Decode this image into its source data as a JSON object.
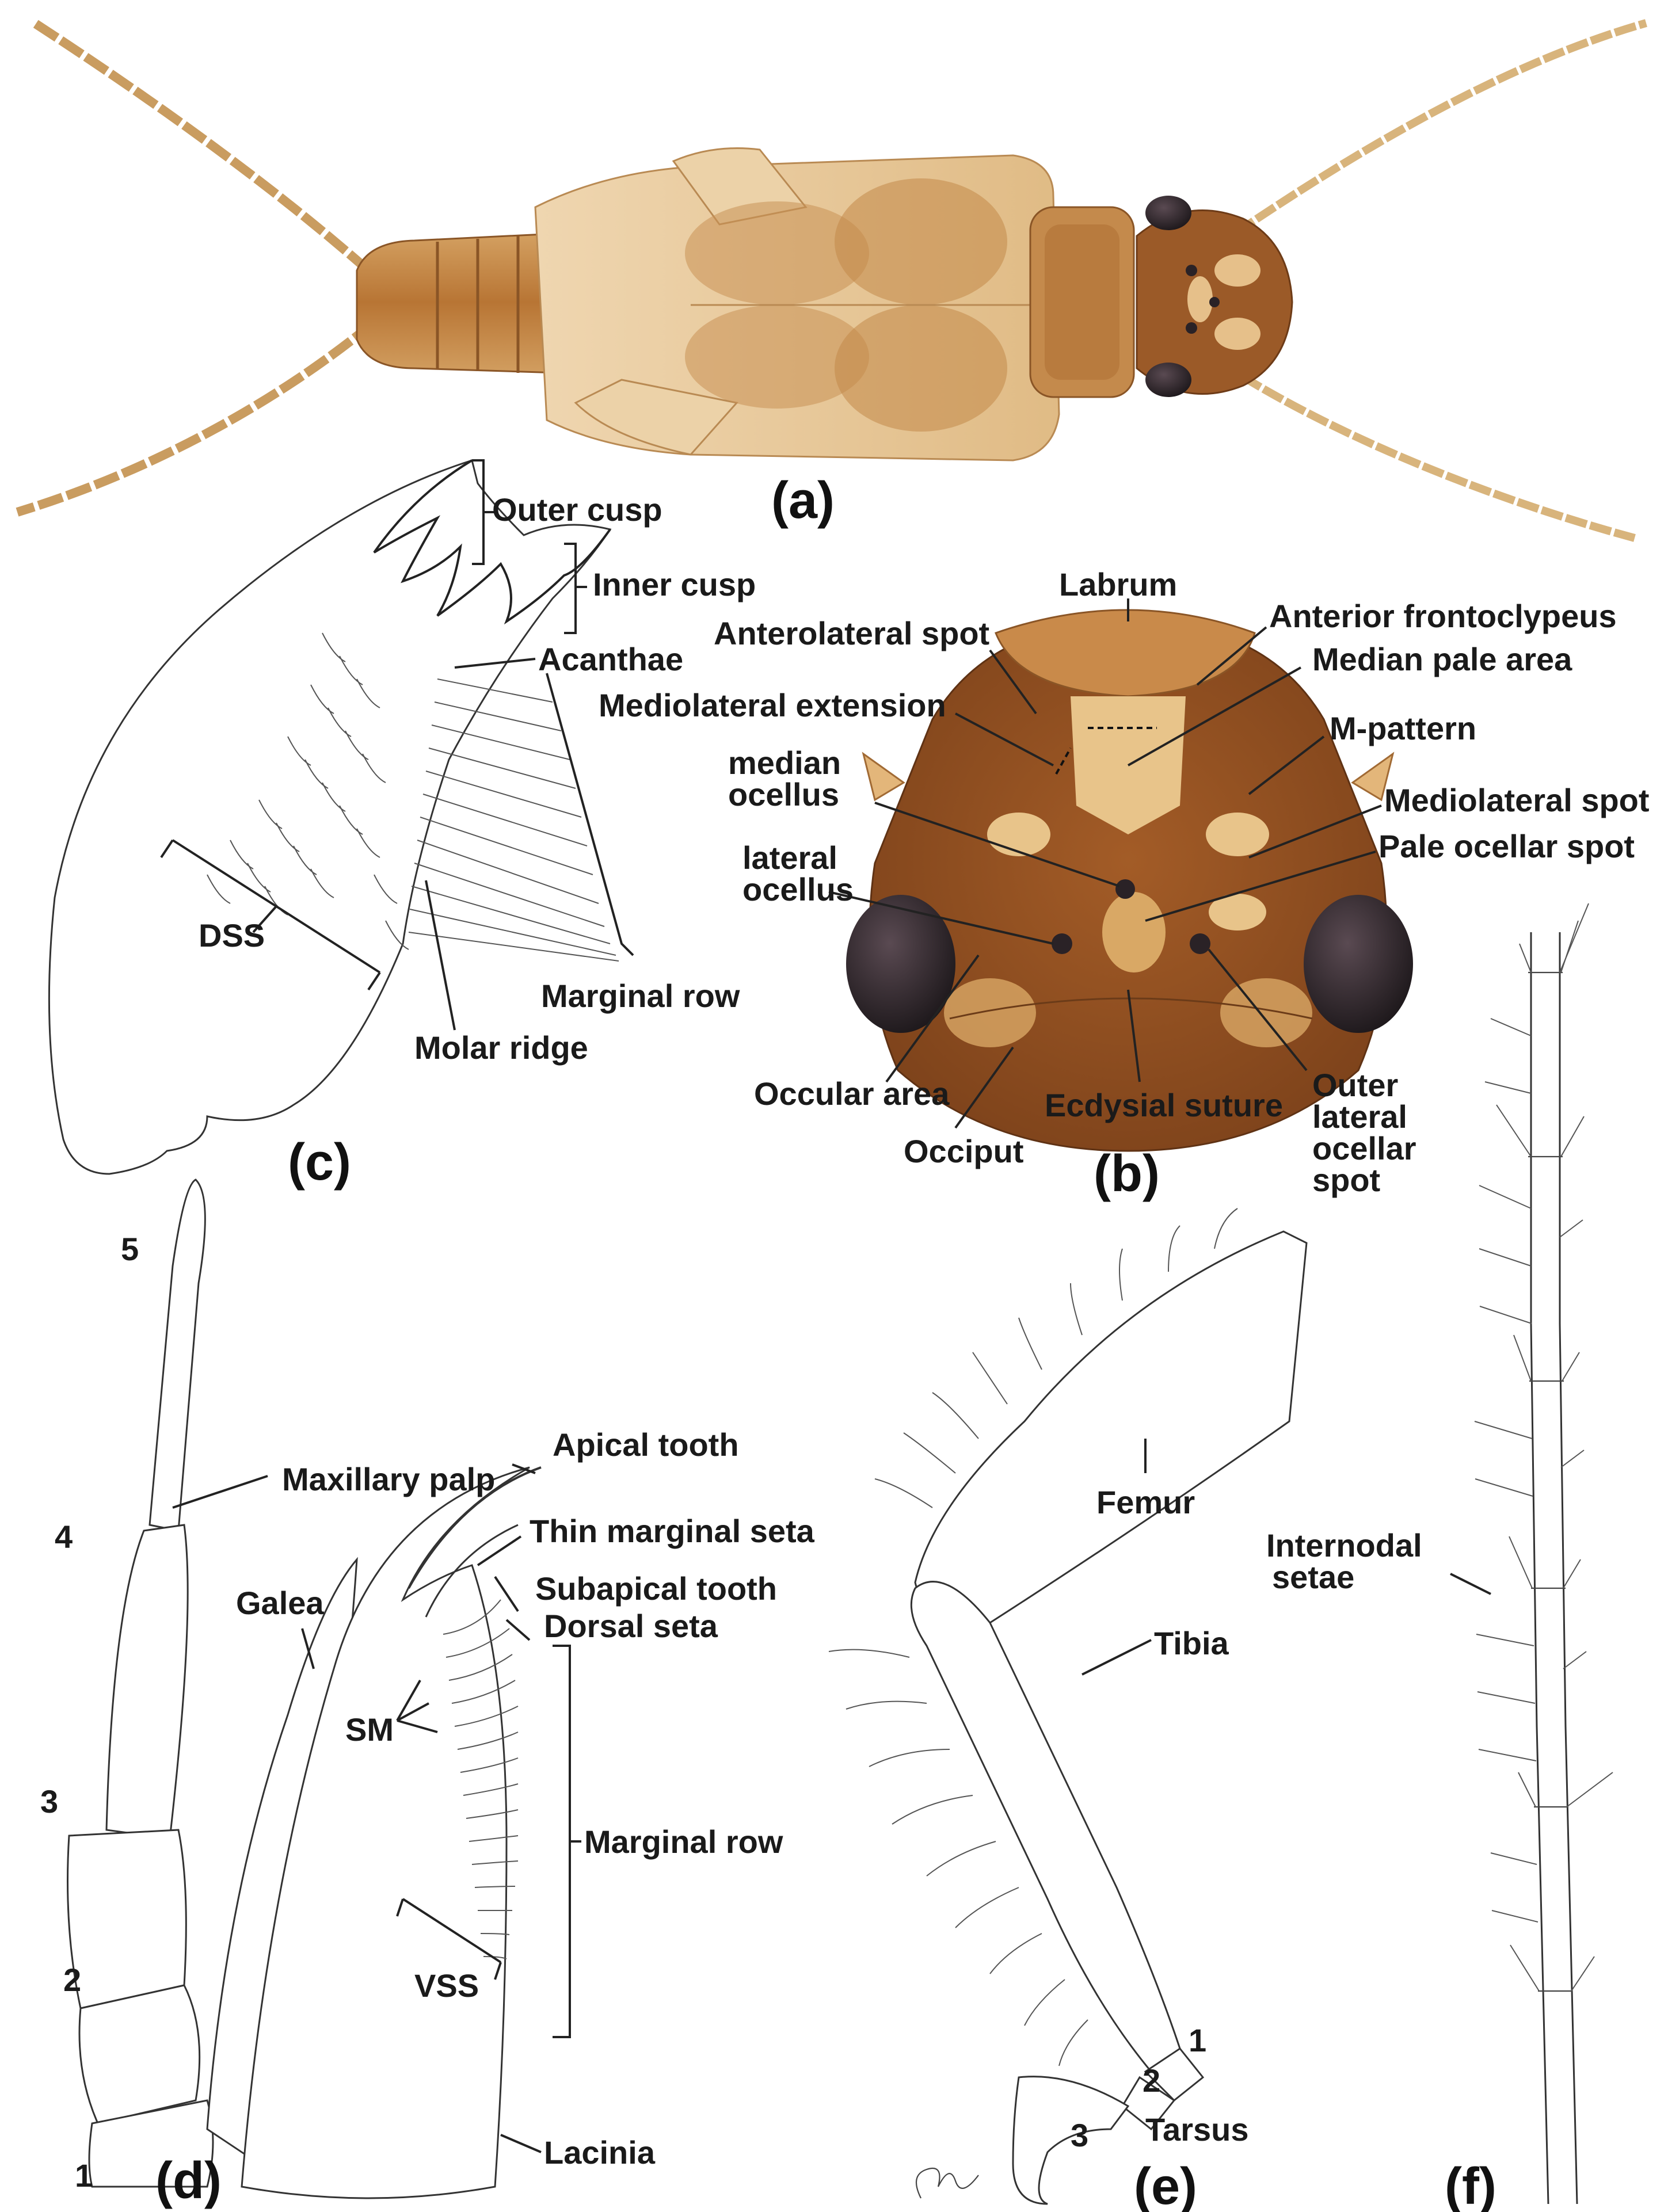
{
  "figure": {
    "panels": [
      {
        "id": "a",
        "label": "(a)"
      },
      {
        "id": "b",
        "label": "(b)"
      },
      {
        "id": "c",
        "label": "(c)"
      },
      {
        "id": "d",
        "label": "(d)"
      },
      {
        "id": "e",
        "label": "(e)"
      },
      {
        "id": "f",
        "label": "(f)"
      }
    ]
  },
  "panel_b": {
    "labels": {
      "labrum": "Labrum",
      "anterolateral_spot": "Anterolateral spot",
      "anterior_frontoclypeus": "Anterior frontoclypeus",
      "mediolateral_extension": "Mediolateral extension",
      "median_pale_area": "Median pale area",
      "m_pattern": "M-pattern",
      "median_ocellus_1": "median",
      "median_ocellus_2": "ocellus",
      "mediolateral_spot": "Mediolateral spot",
      "pale_ocellar_spot": "Pale ocellar spot",
      "lateral_ocellus_1": "lateral",
      "lateral_ocellus_2": "ocellus",
      "occular_area": "Occular area",
      "occiput": "Occiput",
      "ecdysial_suture": "Ecdysial suture",
      "outer_lateral_1": "Outer",
      "outer_lateral_2": "lateral",
      "outer_lateral_3": "ocellar",
      "outer_lateral_4": "spot"
    }
  },
  "panel_c": {
    "labels": {
      "outer_cusp": "Outer cusp",
      "inner_cusp": "Inner cusp",
      "acanthae": "Acanthae",
      "dss": "DSS",
      "marginal_row": "Marginal row",
      "molar_ridge": "Molar ridge"
    }
  },
  "panel_d": {
    "labels": {
      "maxillary_palp": "Maxillary palp",
      "apical_tooth": "Apical tooth",
      "thin_marginal_seta": "Thin marginal seta",
      "galea": "Galea",
      "subapical_tooth": "Subapical tooth",
      "dorsal_seta": "Dorsal seta",
      "sm": "SM",
      "marginal_row": "Marginal row",
      "vss": "VSS",
      "lacinia": "Lacinia"
    },
    "segments": [
      "1",
      "2",
      "3",
      "4",
      "5"
    ]
  },
  "panel_e": {
    "labels": {
      "femur": "Femur",
      "tibia": "Tibia",
      "tarsus": "Tarsus"
    },
    "tarsal_segments": [
      "1",
      "2",
      "3"
    ]
  },
  "panel_f": {
    "labels": {
      "internodal_1": "Internodal",
      "internodal_2": "setae"
    }
  },
  "colors": {
    "body_light": "#e7c89a",
    "body_mid": "#c98f4f",
    "body_dark": "#8e4f1f",
    "head_dark": "#8a4a1e",
    "head_pale": "#e8c48a",
    "eye": "#2a2226",
    "ink": "#222222"
  }
}
